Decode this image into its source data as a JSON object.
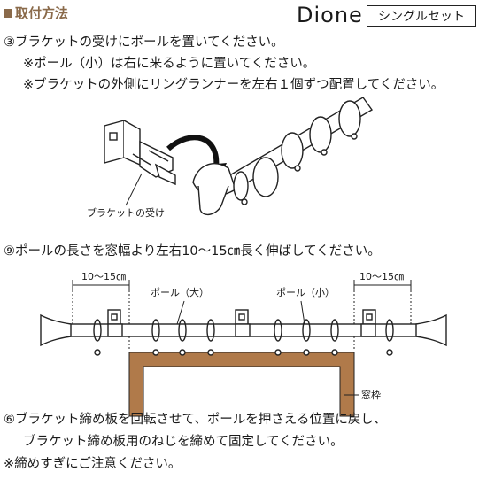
{
  "header": {
    "section_title": "取付方法",
    "brand": "Dione",
    "set_type": "シングルセット"
  },
  "step3": {
    "line1": "③ブラケットの受けにポールを置いてください。",
    "line2": "※ポール（小）は右に来るように置いてください。",
    "line3": "※ブラケットの外側にリングランナーを左右１個ずつ配置してください。",
    "bracket_label": "ブラケットの受け"
  },
  "step9": {
    "line1": "⑨ポールの長さを窓幅より左右10〜15㎝長く伸ばしてください。",
    "dim_left": "10〜15㎝",
    "dim_right": "10〜15㎝",
    "pole_large": "ポール（大）",
    "pole_small": "ポール（小）",
    "window_frame": "窓枠"
  },
  "step6": {
    "line1": "⑥ブラケット締め板を回転させて、ポールを押さえる位置に戻し、",
    "line2": "ブラケット締め板用のねじを締めて固定してください。",
    "note": "※締めすぎにご注意ください。"
  },
  "colors": {
    "accent_brown": "#8a6a4a",
    "window_frame": "#b07a4a"
  }
}
